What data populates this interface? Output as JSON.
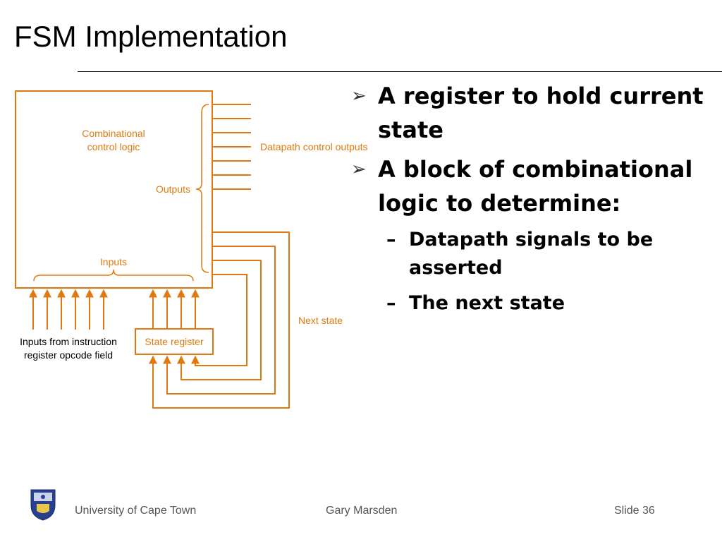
{
  "slide": {
    "title": "FSM Implementation"
  },
  "diagram": {
    "combinational_label_line1": "Combinational",
    "combinational_label_line2": "control logic",
    "datapath_outputs_label": "Datapath control outputs",
    "outputs_label": "Outputs",
    "inputs_label": "Inputs",
    "next_state_label": "Next state",
    "state_register_label": "State register",
    "instr_inputs_line1": "Inputs from instruction",
    "instr_inputs_line2": "register opcode field",
    "accent_color": "#E07A10"
  },
  "bullets": [
    {
      "text": "A register to hold current state"
    },
    {
      "text": "A block of combinational logic to determine:"
    }
  ],
  "sub_bullets": [
    {
      "text": "Datapath signals to be asserted"
    },
    {
      "text": "The next state"
    }
  ],
  "footer": {
    "institution": "University of Cape Town",
    "author": "Gary Marsden",
    "slide_number": "Slide 36"
  }
}
